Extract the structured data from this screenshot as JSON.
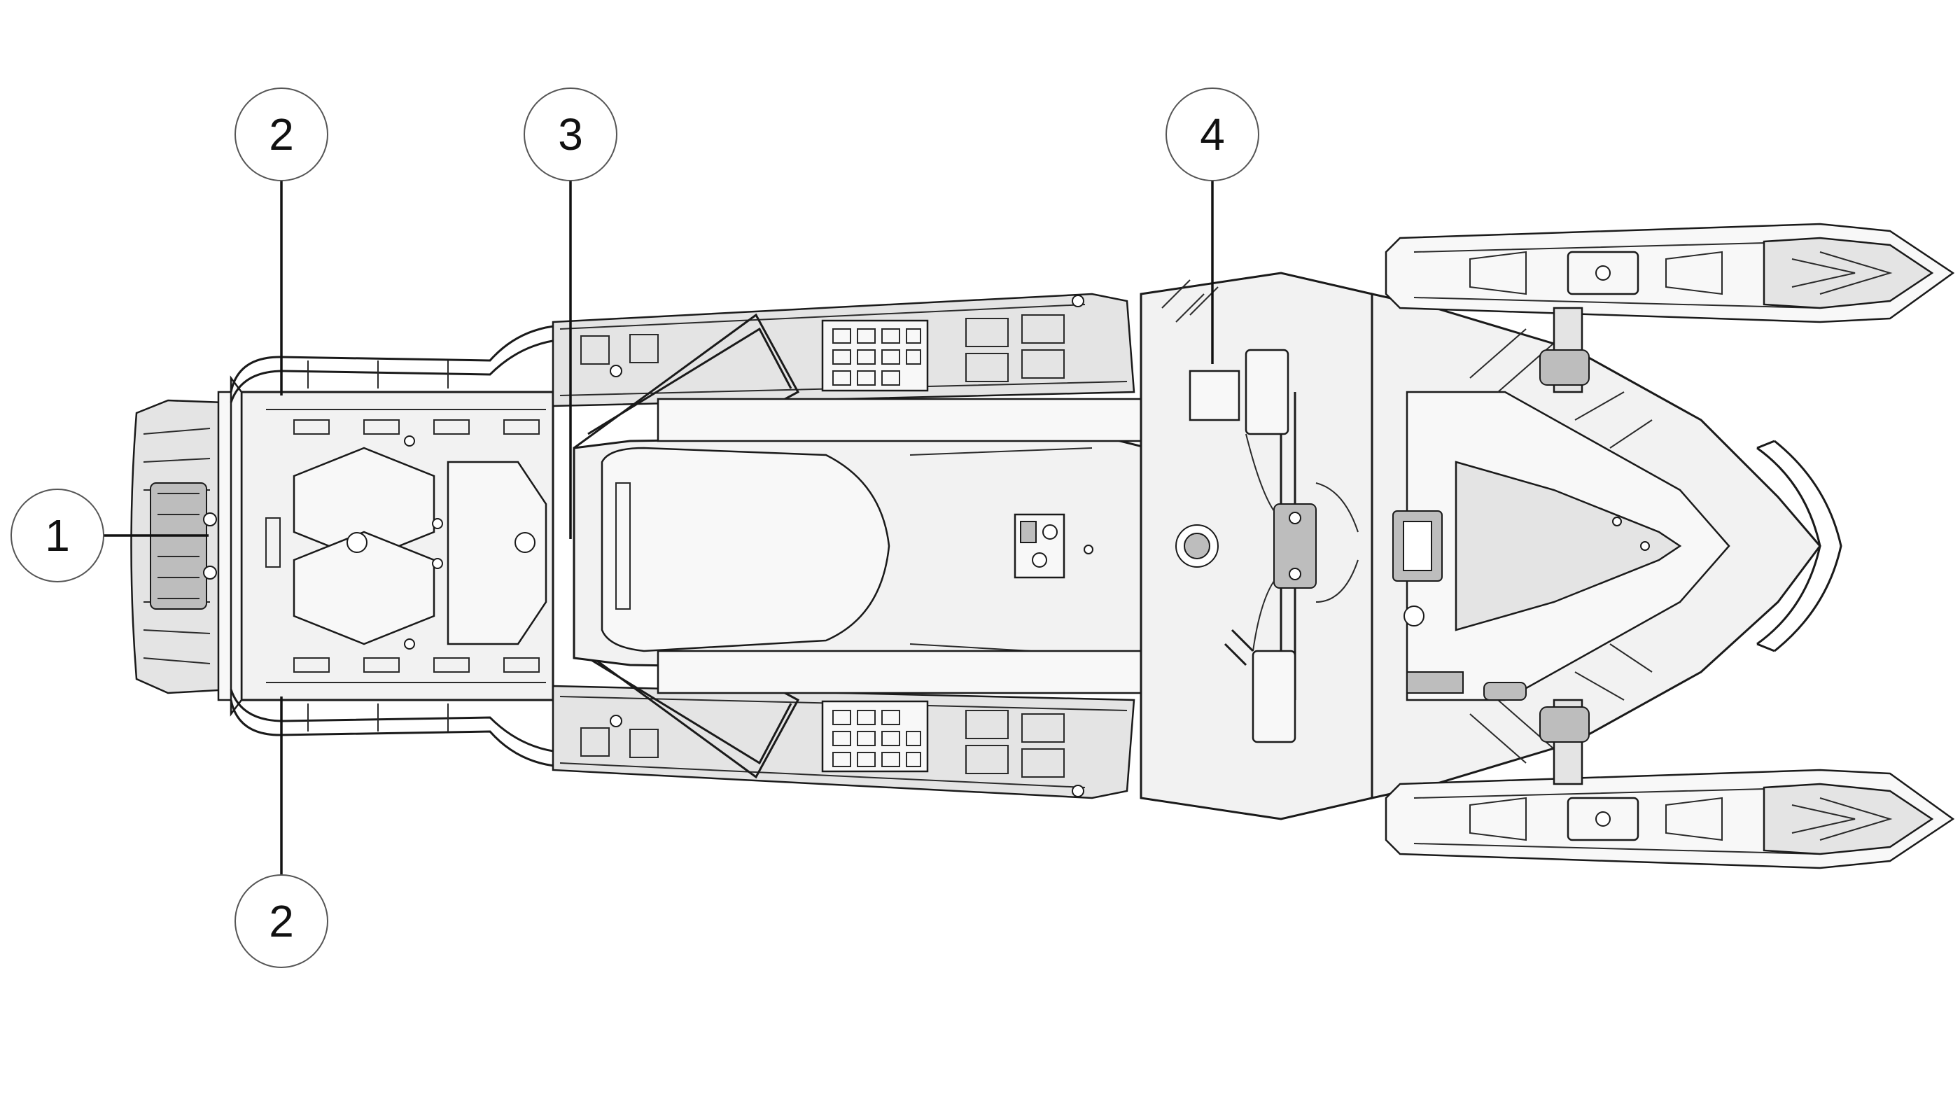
{
  "figure": {
    "callouts": [
      {
        "id": "callout-1",
        "label": "1"
      },
      {
        "id": "callout-2-top",
        "label": "2"
      },
      {
        "id": "callout-3",
        "label": "3"
      },
      {
        "id": "callout-4",
        "label": "4"
      },
      {
        "id": "callout-2-bottom",
        "label": "2"
      }
    ]
  },
  "colors": {
    "line": "#1a1a1a",
    "panel": "#f2f2f2",
    "shade": "#bdbdbd",
    "background": "#ffffff"
  }
}
